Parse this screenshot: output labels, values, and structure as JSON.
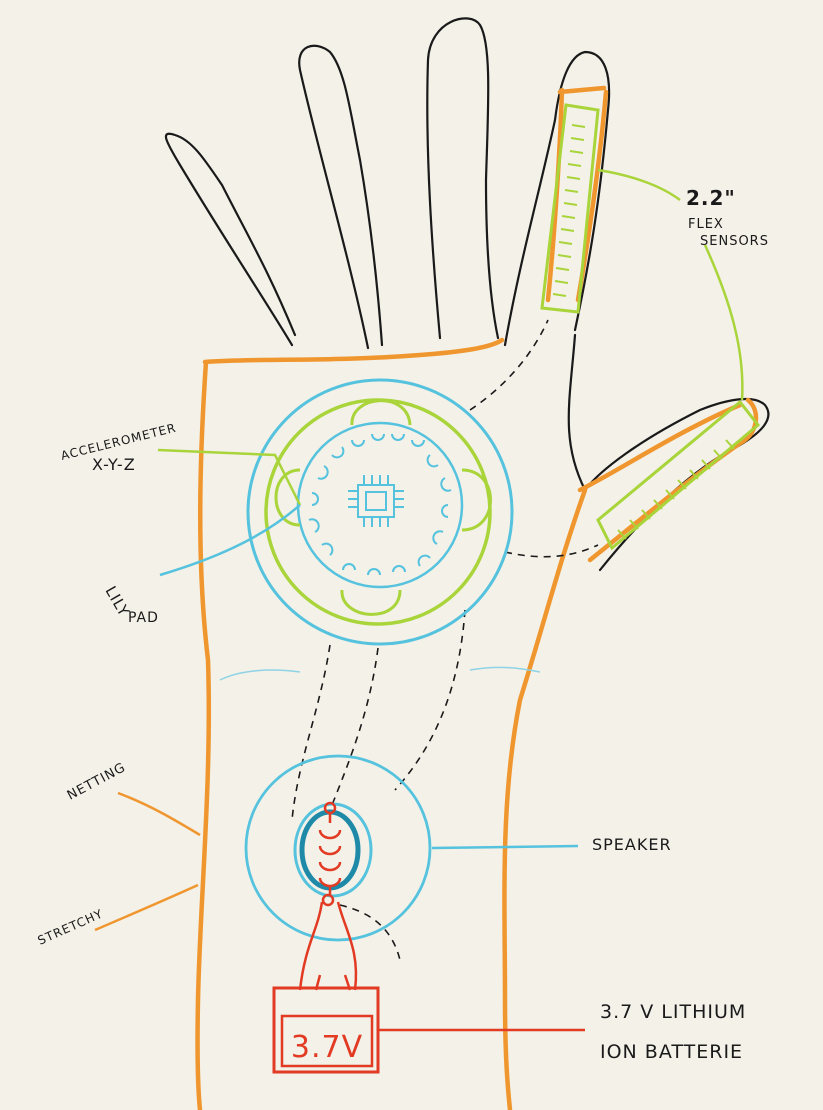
{
  "labels": {
    "flex_size": "2.2\"",
    "flex_line1": "FLEX",
    "flex_line2": "SENSORS",
    "accel_line1": "ACCELEROMETER",
    "accel_line2": "X-Y-Z",
    "lily_line1": "LILY",
    "lily_line2": "PAD",
    "netting": "NETTING",
    "stretchy": "STRETCHY",
    "speaker": "SPEAKER",
    "battery_line1": "3.7 V  LITHIUM",
    "battery_line2": "ION  BATTERIE",
    "battery_box": "3.7V"
  },
  "colors": {
    "paper": "#f3f1e8",
    "outline": "#1a1a1a",
    "orange": "#f0962f",
    "lime": "#a9d43a",
    "cyan": "#55c2de",
    "red": "#e23a23",
    "teal": "#1f8aa8"
  }
}
